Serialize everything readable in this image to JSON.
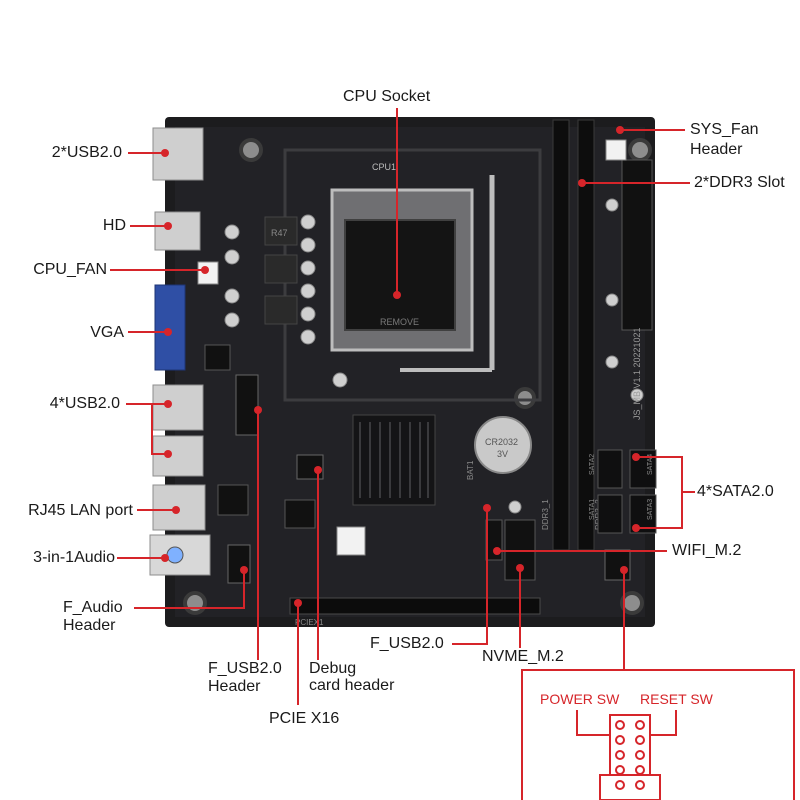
{
  "labels": {
    "cpu_socket": "CPU Socket",
    "usb_top": "2*USB2.0",
    "hd": "HD",
    "cpu_fan": "CPU_FAN",
    "vga": "VGA",
    "usb_four": "4*USB2.0",
    "rj45": "RJ45 LAN port",
    "audio": "3-in-1Audio",
    "f_audio_1": "F_Audio",
    "f_audio_2": "Header",
    "f_usb_hdr_1": "F_USB2.0",
    "f_usb_hdr_2": "Header",
    "debug_1": "Debug",
    "debug_2": "card header",
    "pcie": "PCIE X16",
    "f_usb_mid": "F_USB2.0",
    "nvme": "NVME_M.2",
    "wifi": "WIFI_M.2",
    "sata": "4*SATA2.0",
    "ddr3": "2*DDR3 Slot",
    "sys_fan_1": "SYS_Fan",
    "sys_fan_2": "Header",
    "power_sw": "POWER SW",
    "reset_sw": "RESET SW"
  },
  "board_marks": {
    "cpu_silk": "CPU1",
    "remove": "REMOVE",
    "model": "JS_MB V1.1 20221021",
    "sata4": "SATA4",
    "sata3": "SATA3",
    "sata2": "SATA2",
    "sata1": "SATA1",
    "ddr3_1": "DDR3_1",
    "ddr3_2": "DDR3_2",
    "pciex1": "PCIEX1",
    "bat1": "BAT1",
    "coin": "CR2032",
    "coin_v": "3V",
    "r47": "R47"
  },
  "colors": {
    "accent": "#d6252a",
    "board": "#1c1c1e",
    "label": "#1a1a1a"
  }
}
